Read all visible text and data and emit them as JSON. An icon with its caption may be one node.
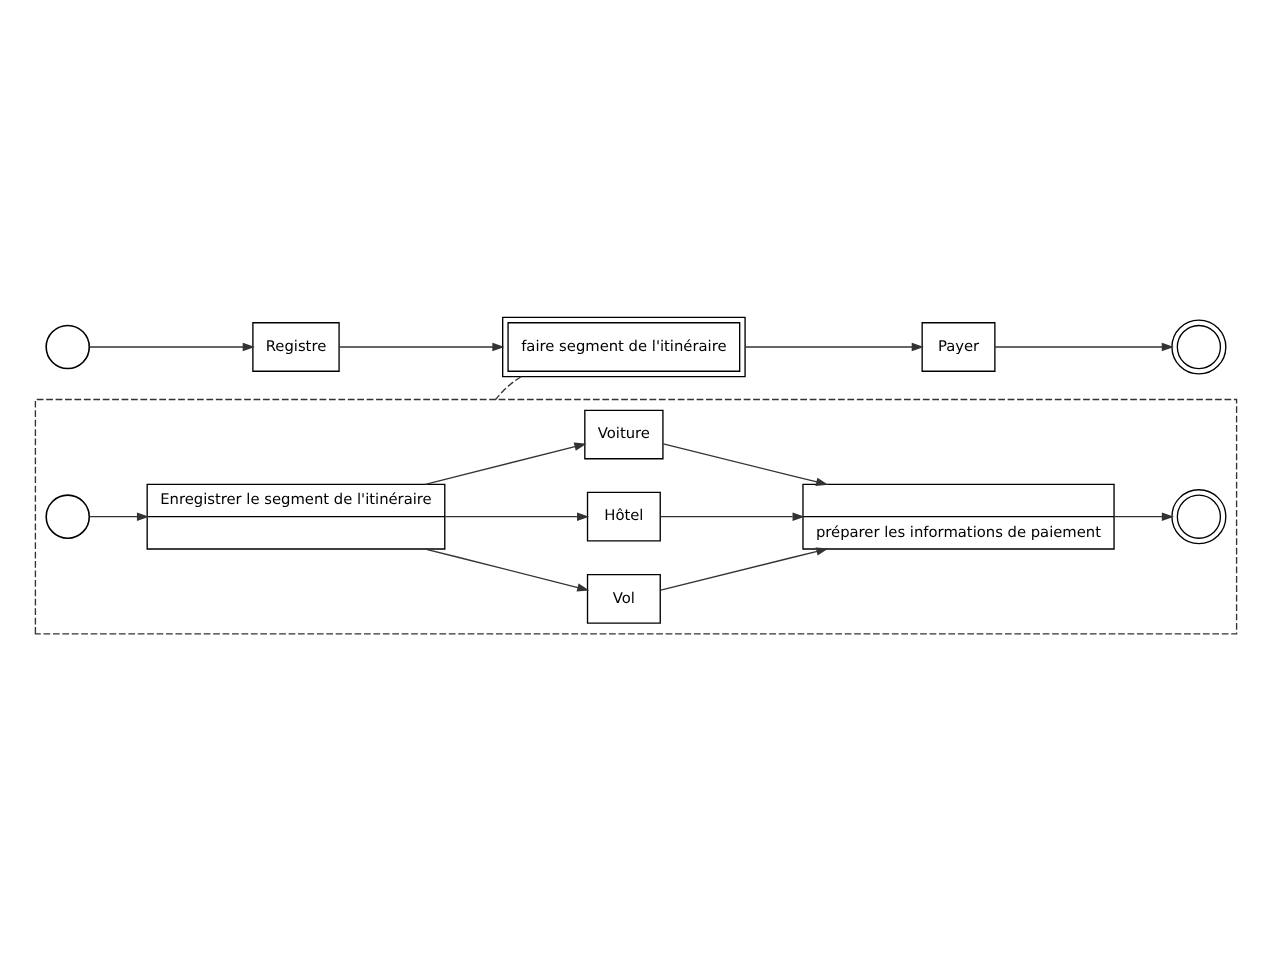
{
  "diagram": {
    "nodes": [
      {
        "text": [],
        "shape": "circle"
      },
      {
        "text": [
          "Registre"
        ]
      },
      {
        "text": [
          "faire segment de l'itinéraire"
        ]
      },
      {
        "text": [
          "Payer"
        ]
      },
      {
        "text": [],
        "shape": "circle"
      },
      {
        "text": [],
        "shape": "box"
      },
      {
        "text": [],
        "shape": "circle",
        "in": 5
      },
      {
        "text": [
          "Enregistrer le segment de l'itinéraire"
        ],
        "in": 5
      },
      {
        "text": [
          "Vol"
        ],
        "in": 5
      },
      {
        "text": [
          "Hôtel"
        ],
        "in": 5
      },
      {
        "text": [
          "Voiture"
        ],
        "in": 5
      },
      {
        "text": [
          "préparer les informations de paiement"
        ],
        "in": 5
      },
      {
        "text": [],
        "shape": "circle",
        "in": 5
      }
    ],
    "edges": [
      {
        "from": 0,
        "to": 1,
        "arrow": "to"
      },
      {
        "from": 1,
        "to": 2,
        "arrow": "to"
      },
      {
        "from": 2,
        "to": 3,
        "arrow": "to"
      },
      {
        "from": 3,
        "to": 4,
        "arrow": "to"
      },
      {
        "from": 2,
        "to": 5,
        "arrow": "none",
        "style": "dashed"
      },
      {
        "from": 6,
        "to": 7,
        "arrow": "to"
      },
      {
        "from": 7,
        "to": 8,
        "arrow": "to"
      },
      {
        "from": 7,
        "to": 9,
        "arrow": "to"
      },
      {
        "from": 7,
        "to": 10,
        "arrow": "to"
      },
      {
        "from": 8,
        "to": 11,
        "arrow": "to"
      },
      {
        "from": 9,
        "to": 11,
        "arrow": "to"
      },
      {
        "from": 10,
        "to": 11,
        "arrow": "to"
      },
      {
        "from": 11,
        "to": 12,
        "arrow": "to"
      }
    ]
  }
}
